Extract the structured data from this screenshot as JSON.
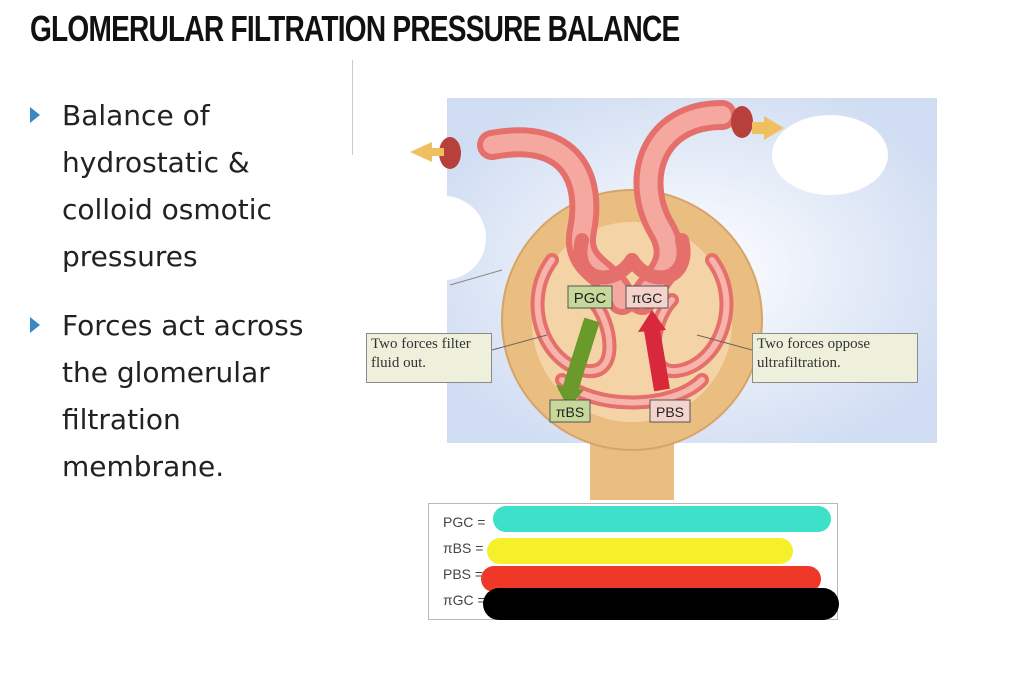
{
  "slide": {
    "title": "GLOMERULAR FILTRATION PRESSURE BALANCE",
    "bullets": [
      "Balance of hydrostatic & colloid osmotic pressures",
      "Forces act across the glomerular filtration membrane."
    ]
  },
  "figure": {
    "labels": {
      "filter": "Two forces filter fluid out.",
      "oppose": "Two forces oppose ultrafiltration."
    },
    "forces": {
      "p_gc": "PGC",
      "pi_gc": "πGC",
      "pi_bs": "πBS",
      "p_bs": "PBS"
    },
    "arrow_colors": {
      "filter": "#6a9a2a",
      "oppose": "#d8283c",
      "flow": "#f0c060"
    }
  },
  "legend": {
    "rows": [
      "PGC =",
      "πBS =",
      "PBS =",
      "πGC ="
    ],
    "highlight_colors": [
      "#3de0c8",
      "#f5f02a",
      "#f03828",
      "#000000"
    ]
  }
}
